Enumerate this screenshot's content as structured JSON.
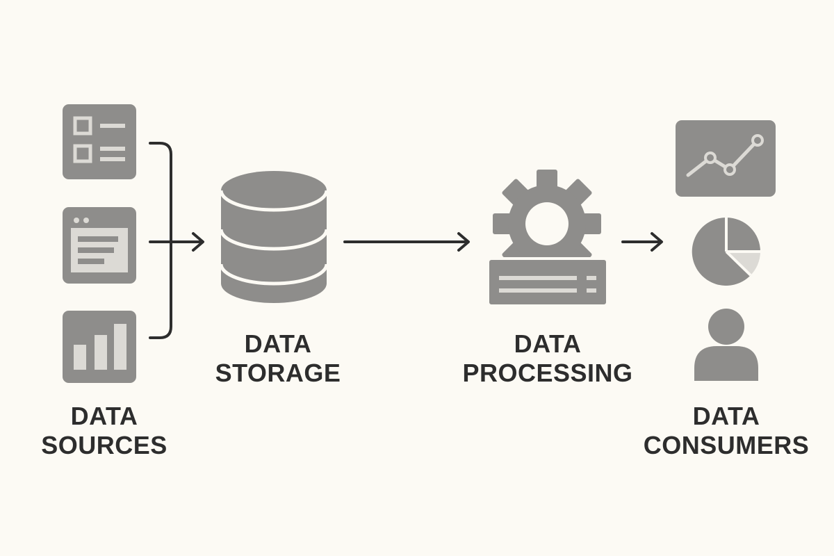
{
  "stages": {
    "sources": {
      "line1": "DATA",
      "line2": "SOURCES"
    },
    "storage": {
      "line1": "DATA",
      "line2": "STORAGE"
    },
    "processing": {
      "line1": "DATA",
      "line2": "PROCESSING"
    },
    "consumers": {
      "line1": "DATA",
      "line2": "CONSUMERS"
    }
  },
  "icons": {
    "sources": [
      "checklist-form-icon",
      "browser-window-icon",
      "bar-chart-icon"
    ],
    "storage": "database-icon",
    "processing": "gear-icon",
    "consumers": [
      "line-chart-icon",
      "pie-chart-icon",
      "user-icon"
    ]
  },
  "colors": {
    "background": "#fcfaf4",
    "icon_fill": "#8e8d8b",
    "icon_light": "#dcdad5",
    "arrow": "#2d2d2d",
    "text": "#2d2d2d"
  }
}
